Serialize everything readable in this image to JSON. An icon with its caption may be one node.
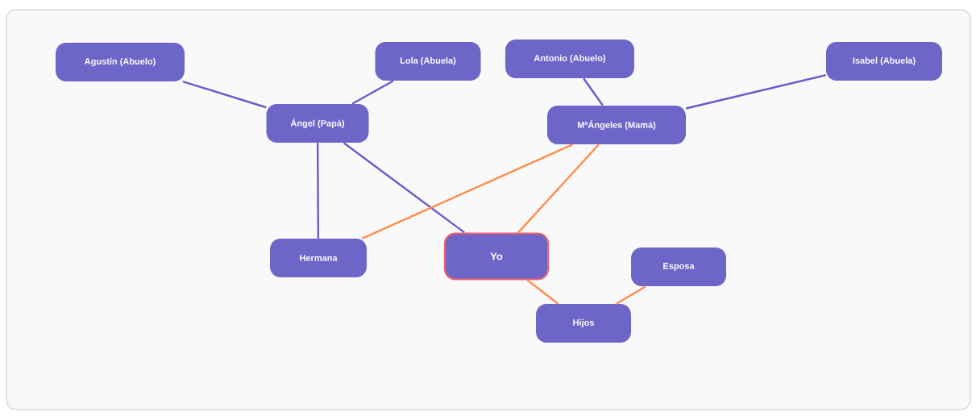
{
  "diagram": {
    "nodes": [
      {
        "text": [
          "Agustín (Abuelo)"
        ]
      },
      {
        "text": [
          "Lola (Abuela)"
        ]
      },
      {
        "text": [
          "Antonio (Abuelo)"
        ]
      },
      {
        "text": [
          "Isabel (Abuela)"
        ]
      },
      {
        "text": [
          "Ángel (Papá)"
        ]
      },
      {
        "text": [
          "MªÁngeles (Mamá)"
        ]
      },
      {
        "text": [
          "Hermana"
        ]
      },
      {
        "text": [
          "Yo"
        ]
      },
      {
        "text": [
          "Esposa"
        ]
      },
      {
        "text": [
          "Hijos"
        ]
      }
    ],
    "edges": [
      {
        "from": 0,
        "to": 4,
        "arrow": "none"
      },
      {
        "from": 1,
        "to": 4,
        "arrow": "none"
      },
      {
        "from": 2,
        "to": 5,
        "arrow": "none"
      },
      {
        "from": 3,
        "to": 5,
        "arrow": "none"
      },
      {
        "from": 4,
        "to": 6,
        "arrow": "none"
      },
      {
        "from": 4,
        "to": 7,
        "arrow": "none"
      },
      {
        "from": 5,
        "to": 6,
        "arrow": "none",
        "color": "#ff8c4a"
      },
      {
        "from": 5,
        "to": 7,
        "arrow": "none",
        "color": "#ff8c4a"
      },
      {
        "from": 7,
        "to": 9,
        "arrow": "none",
        "color": "#ff8c4a"
      },
      {
        "from": 8,
        "to": 9,
        "arrow": "none",
        "color": "#ff8c4a"
      }
    ]
  }
}
